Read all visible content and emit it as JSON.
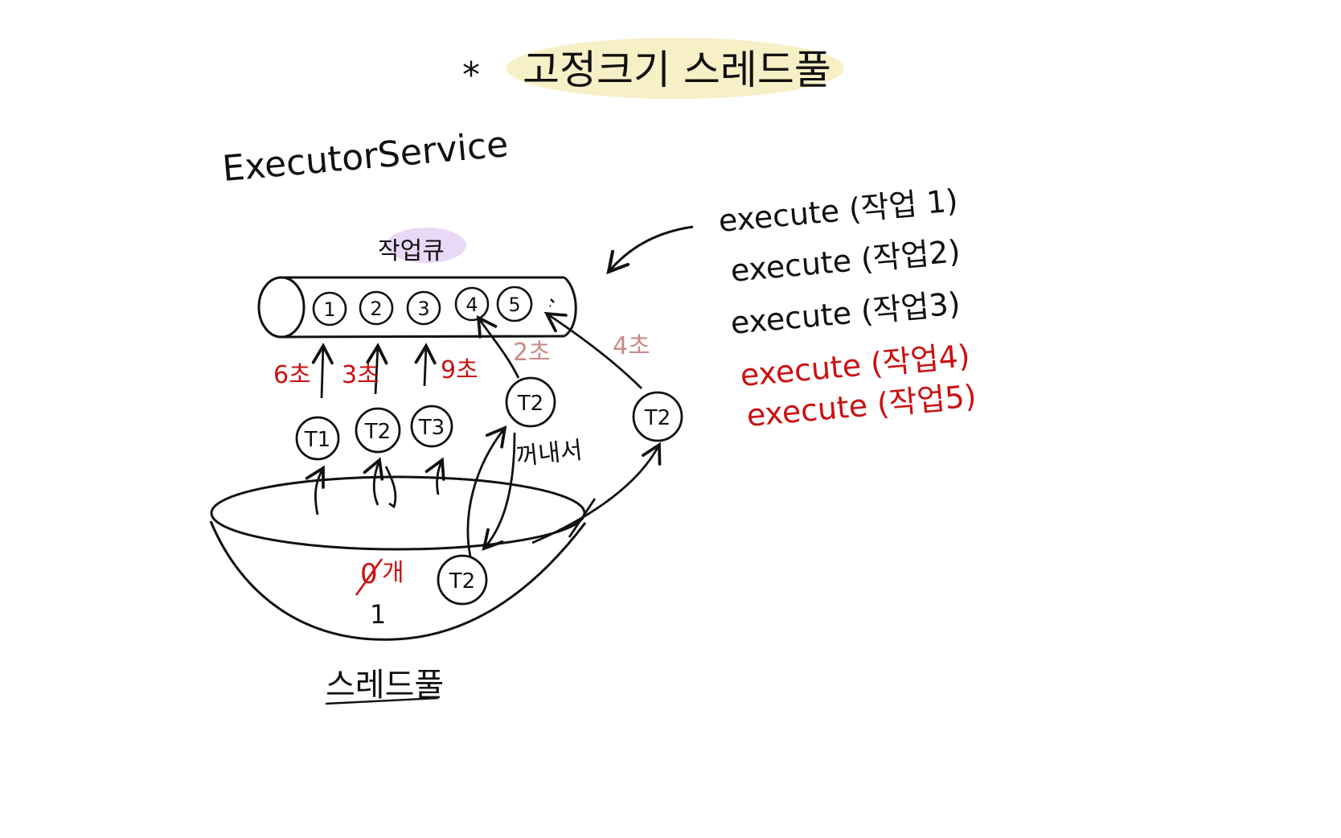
{
  "title": {
    "star": "*",
    "text": "고정크기 스레드풀",
    "highlight_color": "#f7efc6"
  },
  "executor_label": "ExecutorService",
  "queue": {
    "label": "작업큐",
    "label_highlight_color": "#e9d9f6",
    "slots": [
      "1",
      "2",
      "3",
      "4",
      "5"
    ]
  },
  "durations": {
    "t1": "6초",
    "t2": "3초",
    "t3": "9초",
    "task4": "2초",
    "task5": "4초"
  },
  "threads": {
    "t1": "T1",
    "t2": "T2",
    "t3": "T3",
    "t2_running": "T2",
    "t2_next": "T2",
    "t2_pool": "T2"
  },
  "take_out_label": "꺼내서",
  "pool": {
    "count_struck": "0",
    "count_current": "개",
    "count_new": "1",
    "label": "스레드풀"
  },
  "calls": [
    {
      "text": "execute (작업 1)",
      "color": "#111111"
    },
    {
      "text": "execute (작업2)",
      "color": "#111111"
    },
    {
      "text": "execute (작업3)",
      "color": "#111111"
    },
    {
      "text": "execute (작업4)",
      "color": "#cc1111"
    },
    {
      "text": "execute (작업5)",
      "color": "#cc1111"
    }
  ],
  "colors": {
    "ink": "#111111",
    "red": "#cc1111",
    "pink": "#c98a86"
  }
}
